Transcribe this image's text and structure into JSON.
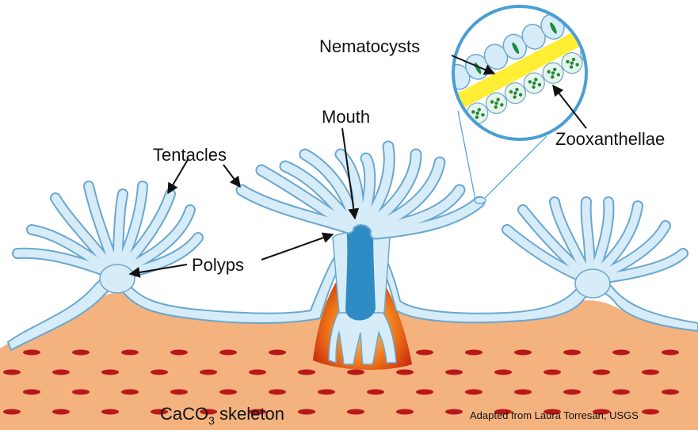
{
  "labels": {
    "nematocysts": "Nematocysts",
    "zooxanthellae": "Zooxanthellae",
    "mouth": "Mouth",
    "tentacles": "Tentacles",
    "polyps": "Polyps",
    "skeleton_prefix": "CaCO",
    "skeleton_sub": "3",
    "skeleton_suffix": " skeleton"
  },
  "credit": "Adapted from Laura Torresan, USGS",
  "colors": {
    "tissue": "#d6ecf8",
    "tissue_edge": "#6aa7cf",
    "skeleton": "#f4b27f",
    "skeleton_spots": "#b8181a",
    "gastric_cavity": "#2f8bc4",
    "calyx_fire": "#e03a10",
    "zoox_layer": "#ffee33",
    "zoox_cells": "#1f8a3a",
    "magnifier_ring": "#4a9fd4"
  }
}
